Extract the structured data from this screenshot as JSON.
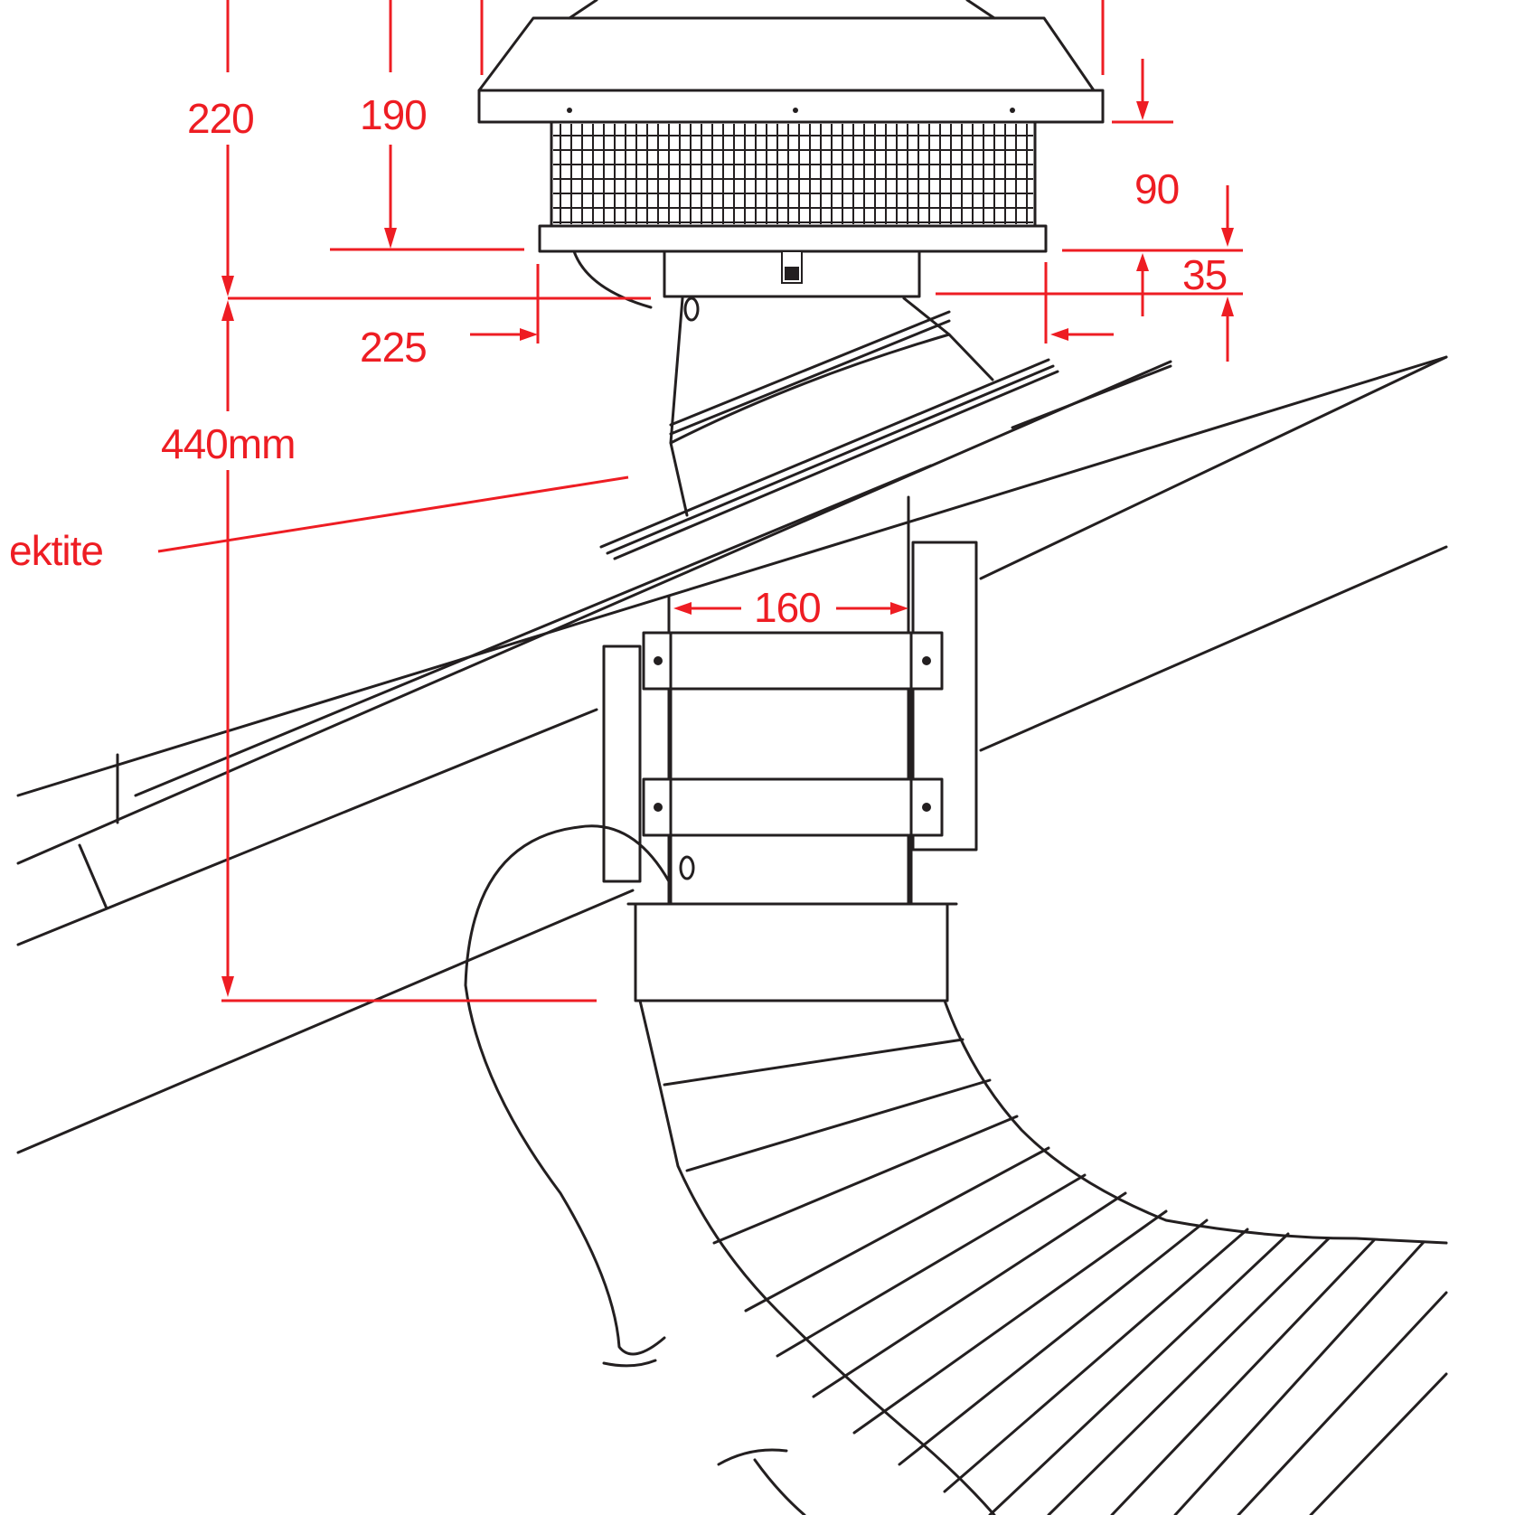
{
  "colors": {
    "dimension": "#ee1d23",
    "line_art": "#231f20",
    "background": "#ffffff"
  },
  "dimensions": {
    "overall_height": "220",
    "cap_to_base": "190",
    "cap_rim": "90",
    "base_flange": "35",
    "left_offset": "225",
    "below_roof": "440mm",
    "pipe_width": "160"
  },
  "callout_label": "ektite"
}
